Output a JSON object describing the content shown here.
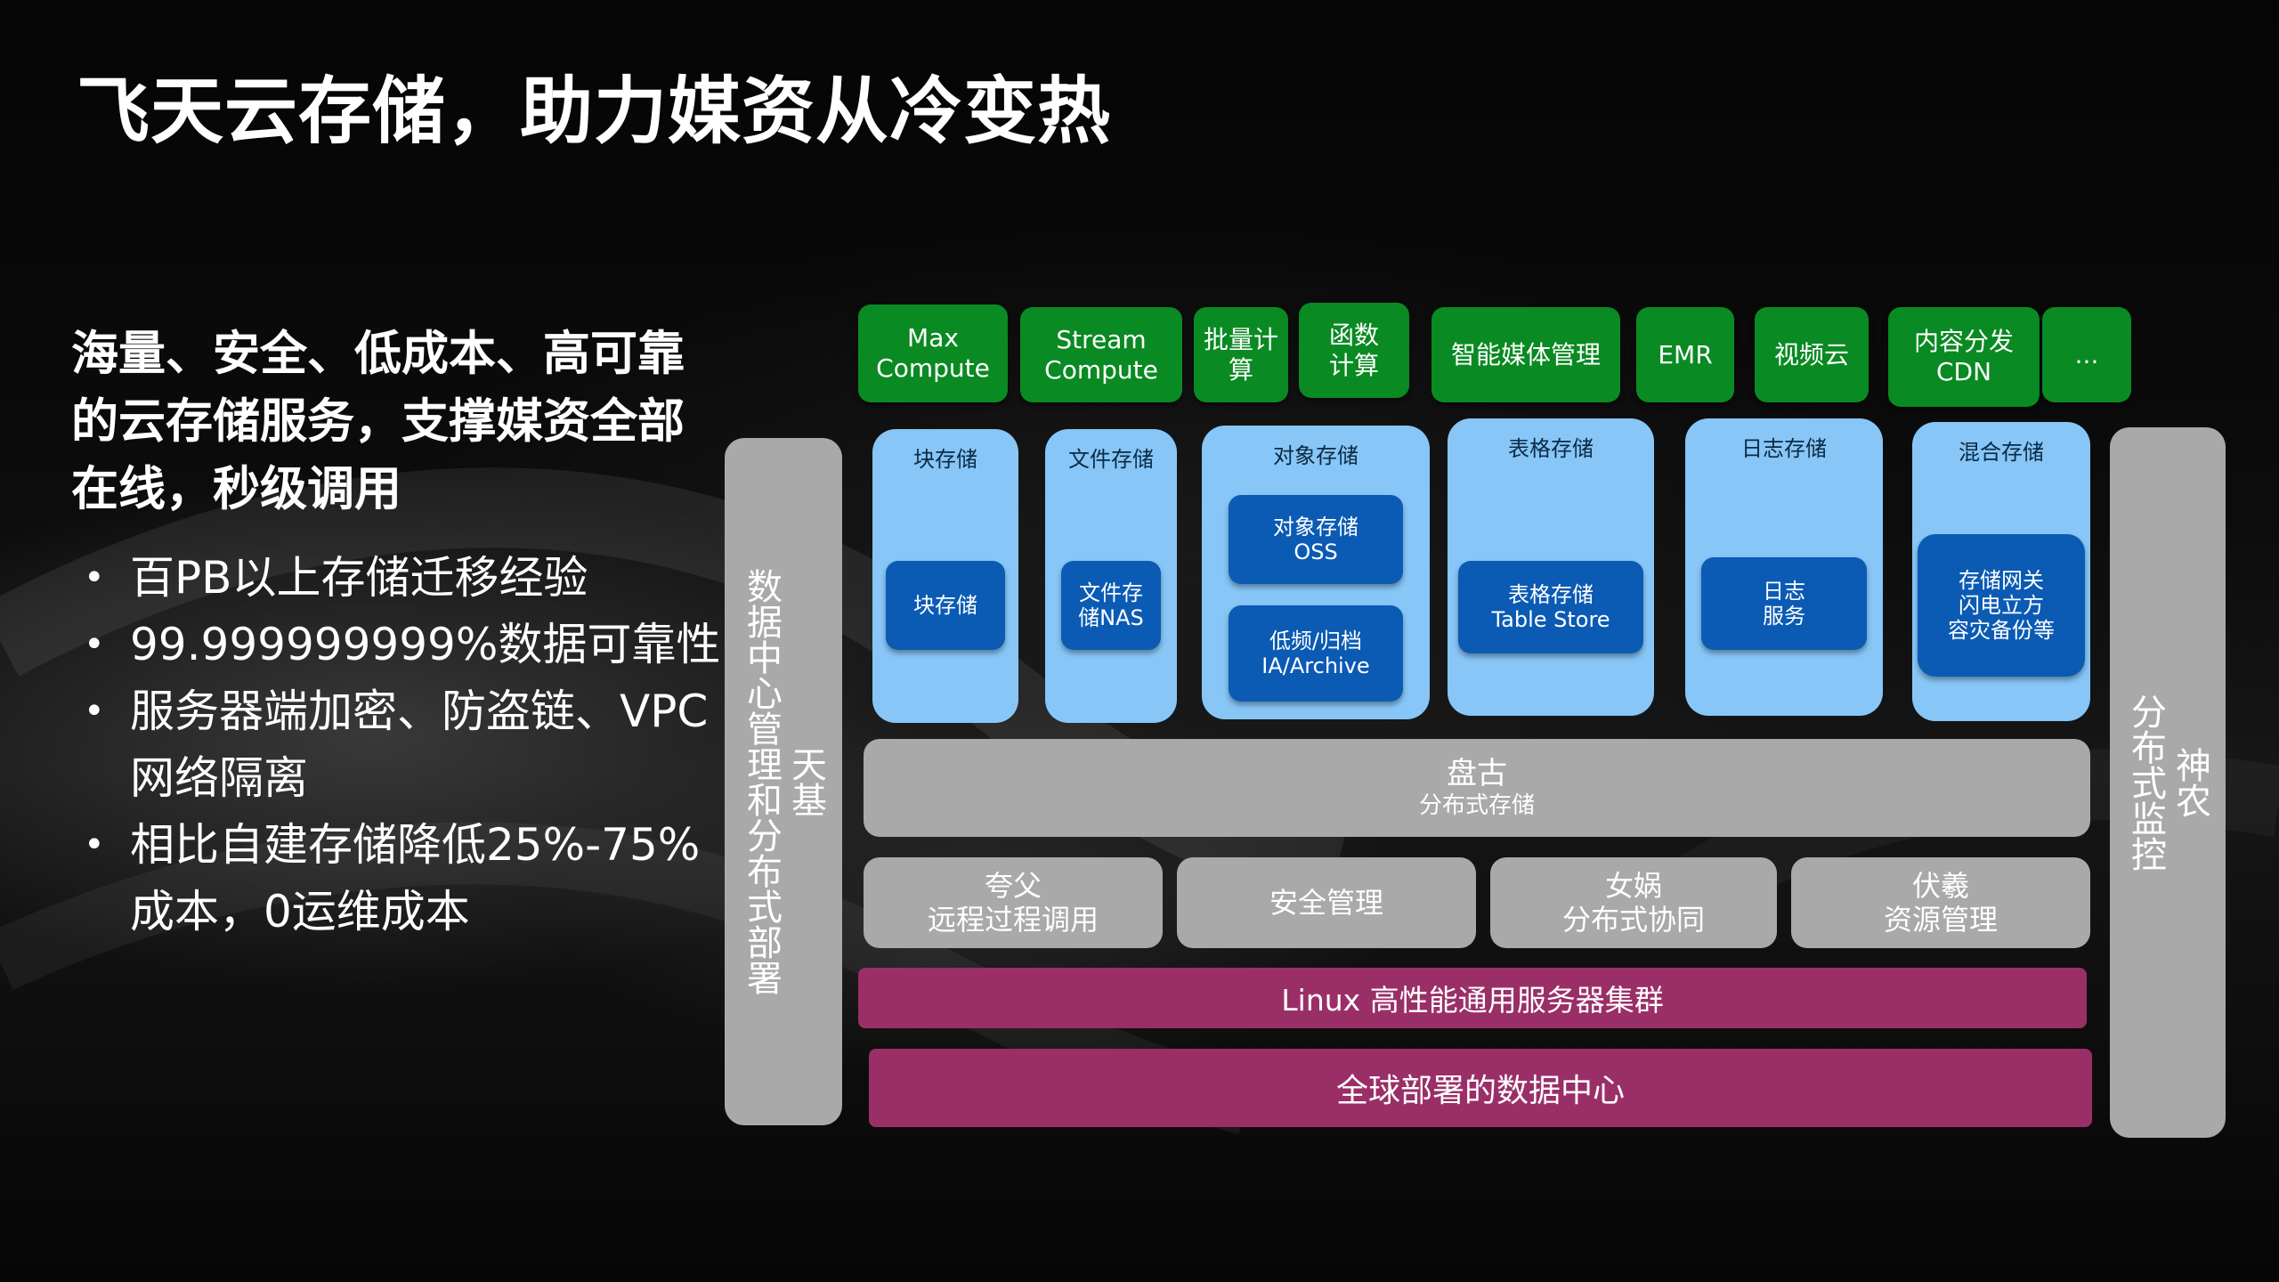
{
  "title": "飞天云存储，助力媒资从冷变热",
  "headline": "海量、安全、低成本、高可靠的云存储服务，支撑媒资全部在线，秒级调用",
  "bullets": [
    "百PB以上存储迁移经验",
    "99.999999999%数据可靠性",
    "服务器端加密、防盗链、VPC网络隔离",
    "相比自建存储降低25%-75%成本，0运维成本"
  ],
  "compute": [
    "Max\nCompute",
    "Stream\nCompute",
    "批量计\n算",
    "函数\n计算",
    "智能媒体管理",
    "EMR",
    "视频云",
    "内容分发\nCDN",
    "..."
  ],
  "storage": [
    {
      "caption": "块存储",
      "inner": [
        "块存储"
      ]
    },
    {
      "caption": "文件存储",
      "inner": [
        "文件存\n储NAS"
      ]
    },
    {
      "caption": "对象存储",
      "inner": [
        "对象存储\nOSS",
        "低频/归档\nIA/Archive"
      ]
    },
    {
      "caption": "表格存储",
      "inner": [
        "表格存储\nTable Store"
      ]
    },
    {
      "caption": "日志存储",
      "inner": [
        "日志\n服务"
      ]
    },
    {
      "caption": "混合存储",
      "inner": [
        "存储网关\n闪电立方\n容灾备份等"
      ]
    }
  ],
  "pangu": {
    "name": "盘古",
    "sub": "分布式存储"
  },
  "services": [
    "夸父\n远程过程调用",
    "安全管理",
    "女娲\n分布式协同",
    "伏羲\n资源管理"
  ],
  "linux_bar": "Linux 高性能通用服务器集群",
  "datacenter_bar": "全球部署的数据中心",
  "left_pillar": "天基\n数据中心管理和分布式部署",
  "right_pillar": "神农\n分布式监控",
  "colors": {
    "compute_green": "#0a8a22",
    "storage_light_blue": "#87c6f7",
    "storage_dark_blue": "#0b5bb4",
    "platform_grey": "#a9a9a9",
    "infra_magenta": "#9a2f67"
  }
}
